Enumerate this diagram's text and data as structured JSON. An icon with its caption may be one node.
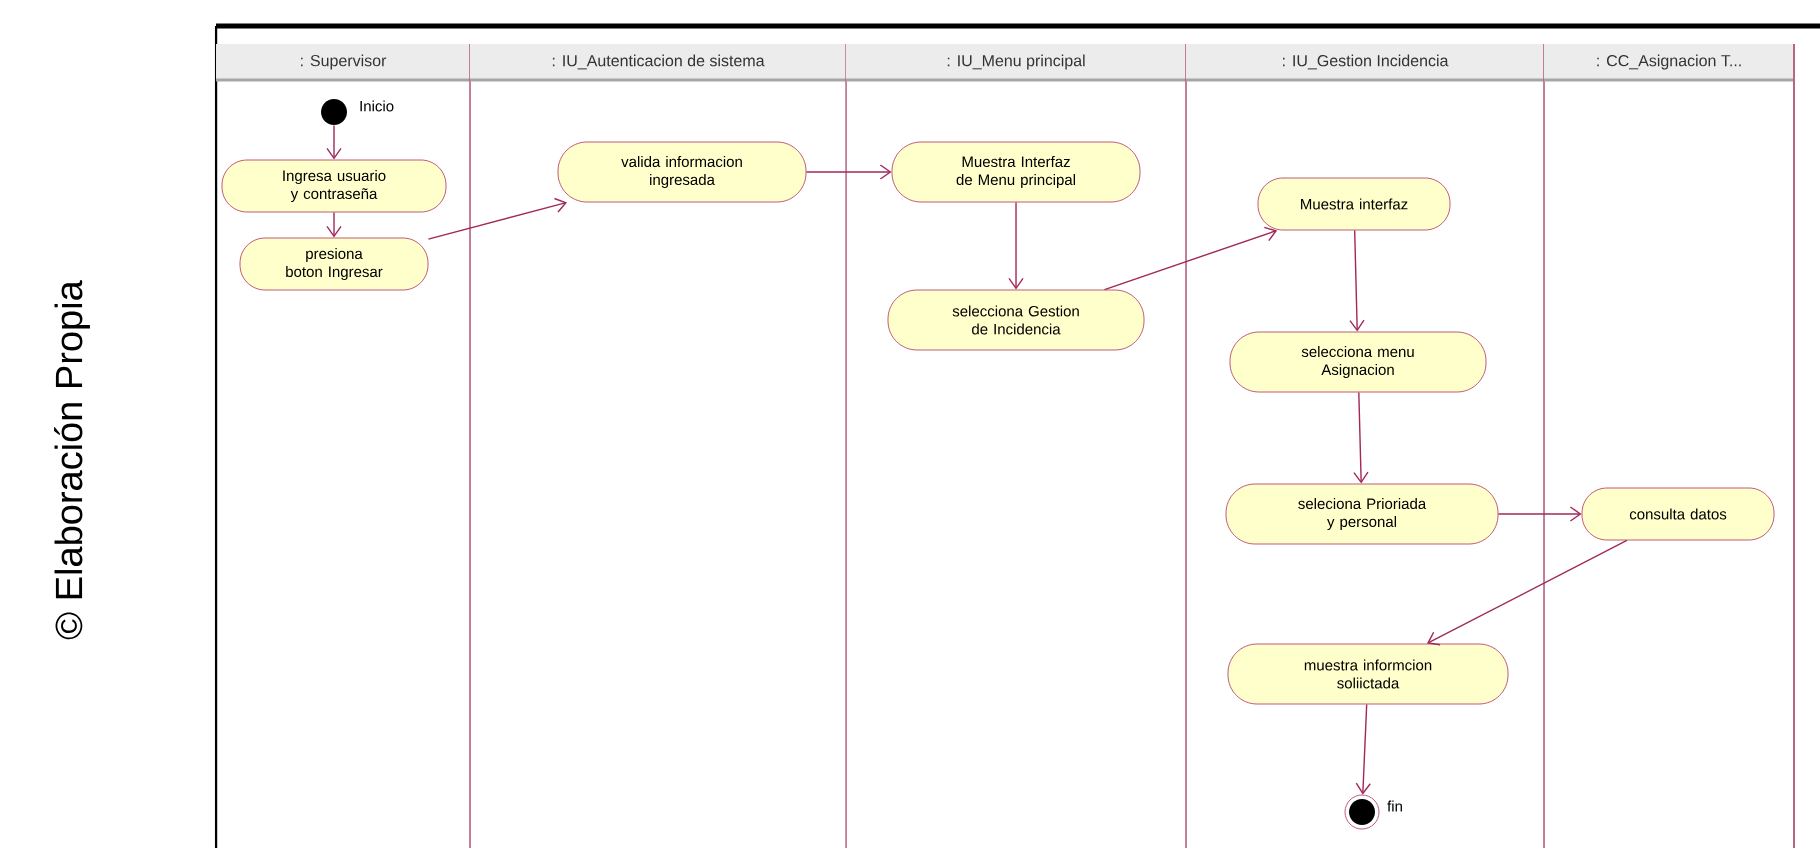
{
  "diagram": {
    "nodes": [
      {
        "text": [
          ": Supervisor"
        ]
      },
      {
        "text": [
          ": IU_Autenticacion de sistema"
        ]
      },
      {
        "text": [
          ":  IU_Menu principal"
        ]
      },
      {
        "text": [
          ": IU_Gestion Incidencia"
        ]
      },
      {
        "text": [
          ": CC_Asignacion T..."
        ]
      },
      {
        "text": [],
        "shape": "circle",
        "beside": [
          "Inicio"
        ],
        "in": 0
      },
      {
        "text": [
          "Ingresa usuario y contraseña"
        ],
        "in": 0
      },
      {
        "text": [
          "presiona boton Ingresar"
        ],
        "in": 0
      },
      {
        "text": [
          "valida informacion ingresada"
        ],
        "in": 1
      },
      {
        "text": [
          "Muestra Interfaz de Menu principal"
        ],
        "in": 2
      },
      {
        "text": [
          "selecciona Gestion de Incidencia"
        ],
        "in": 2
      },
      {
        "text": [
          "Muestra interfaz"
        ],
        "in": 3
      },
      {
        "text": [
          "selecciona menu Asignacion"
        ],
        "in": 3
      },
      {
        "text": [
          "seleciona Prioriada y personal"
        ],
        "in": 3
      },
      {
        "text": [
          "consulta datos"
        ],
        "in": 4
      },
      {
        "text": [
          "muestra informcion soliictada"
        ],
        "in": 3
      },
      {
        "text": [],
        "shape": "circle",
        "beside": [
          "fin"
        ],
        "in": 3
      }
    ],
    "edges": [
      {
        "from": 5,
        "to": 6,
        "arrow": "to"
      },
      {
        "from": 6,
        "to": 7,
        "arrow": "to"
      },
      {
        "from": 7,
        "to": 8,
        "arrow": "to"
      },
      {
        "from": 8,
        "to": 9,
        "arrow": "to"
      },
      {
        "from": 9,
        "to": 10,
        "arrow": "to"
      },
      {
        "from": 10,
        "to": 11,
        "arrow": "to"
      },
      {
        "from": 11,
        "to": 12,
        "arrow": "to"
      },
      {
        "from": 12,
        "to": 13,
        "arrow": "to"
      },
      {
        "from": 13,
        "to": 14,
        "arrow": "to"
      },
      {
        "from": 14,
        "to": 15,
        "arrow": "to"
      },
      {
        "from": 15,
        "to": 16,
        "arrow": "to"
      }
    ],
    "labels": [
      "© Elaboración   Propia"
    ]
  }
}
